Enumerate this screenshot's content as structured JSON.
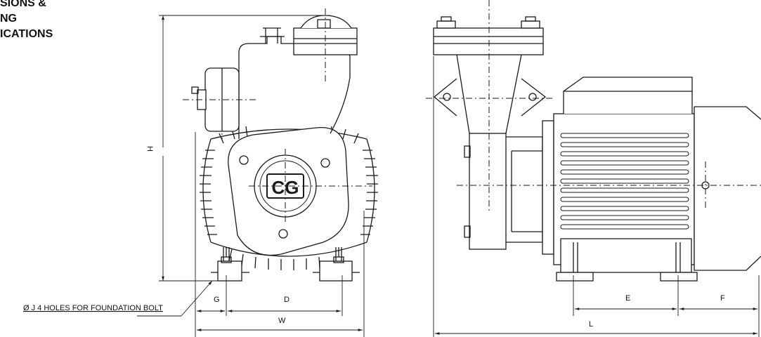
{
  "heading": {
    "line1": "SIONS &",
    "line2": "NG",
    "line3": "ICATIONS"
  },
  "logo_text": "CG",
  "dimensions": {
    "H": "H",
    "G": "G",
    "D": "D",
    "W": "W",
    "E": "E",
    "F": "F",
    "L": "L"
  },
  "foundation_note": "Ø J 4 HOLES FOR FOUNDATION BOLT",
  "colors": {
    "line": "#1a1a1a",
    "background": "#ffffff"
  }
}
